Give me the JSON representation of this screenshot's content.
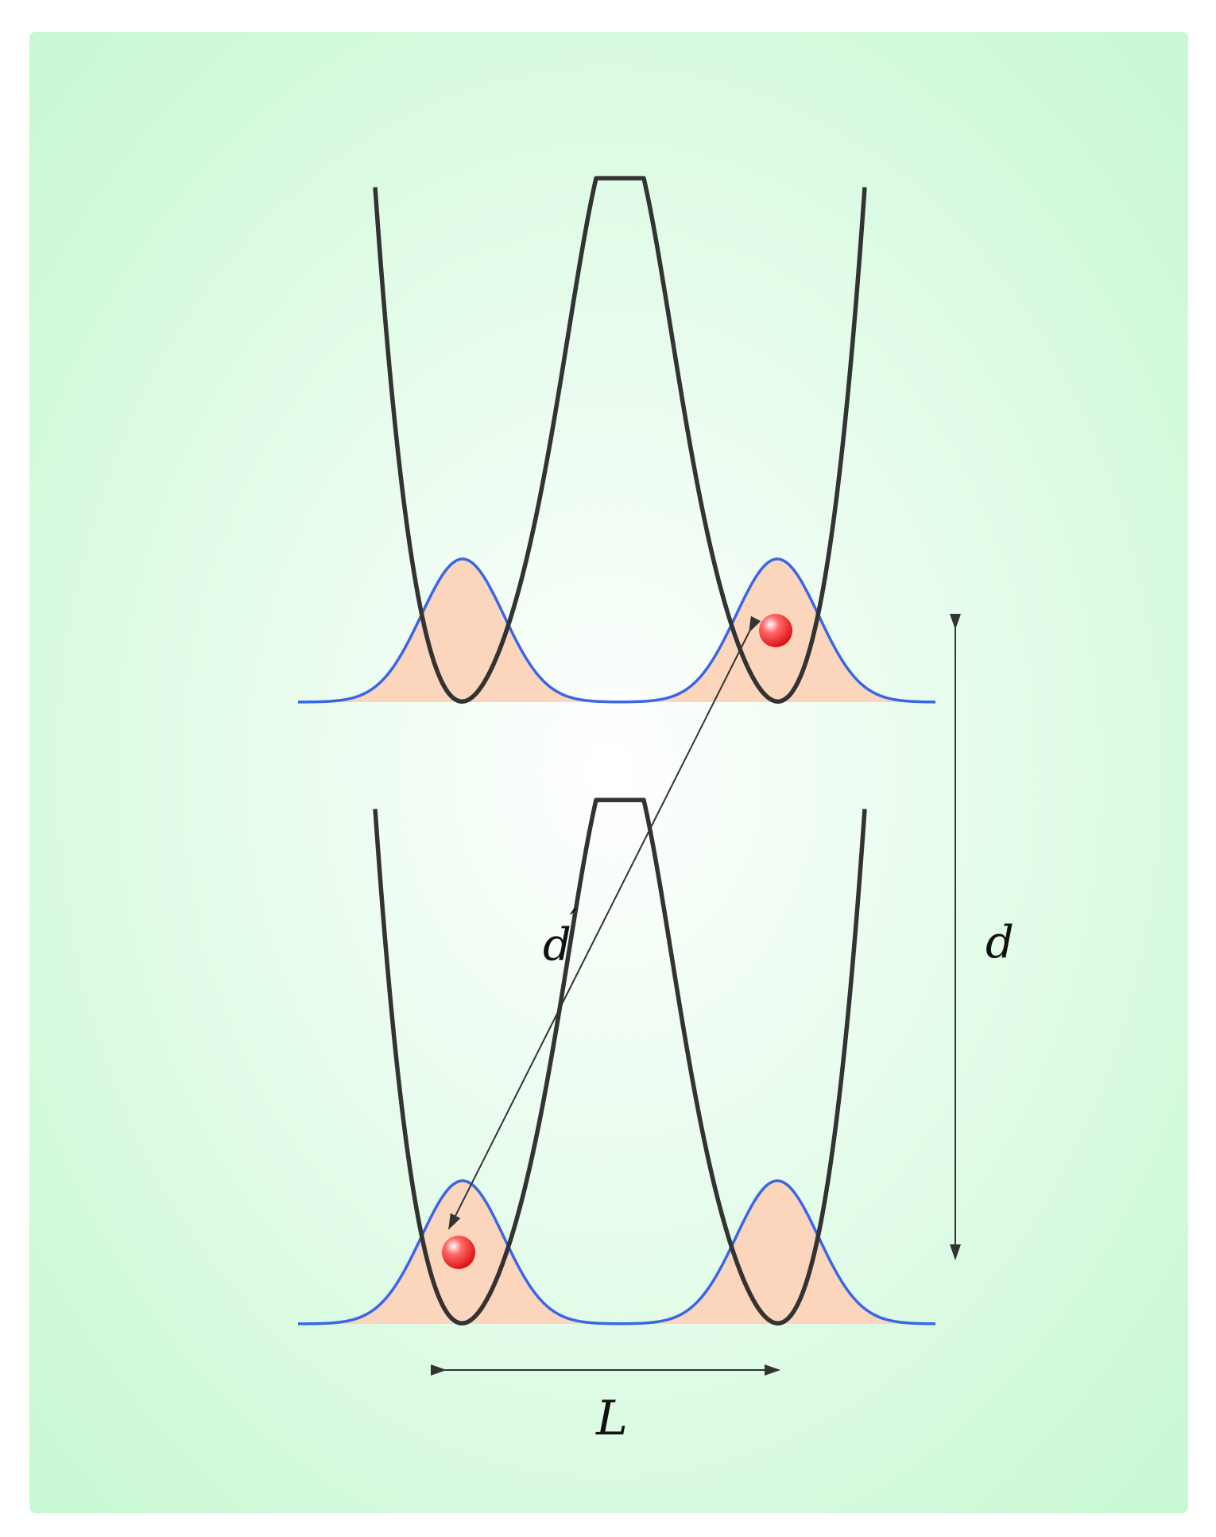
{
  "labels": {
    "d_prime": "d",
    "prime_mark": "′",
    "d": "d",
    "L": "L"
  },
  "colors": {
    "background_center": "#ffffff",
    "background_edge": "#c6f8d2",
    "potential_curve": "#333333",
    "wavefunction_line": "#3a66e6",
    "wavefunction_fill": "#fcd5bd",
    "particle": "#ee2222",
    "arrow": "#333333"
  },
  "wells": [
    {
      "name": "upper-double-well",
      "particle_in": "right"
    },
    {
      "name": "lower-double-well",
      "particle_in": "left"
    }
  ]
}
